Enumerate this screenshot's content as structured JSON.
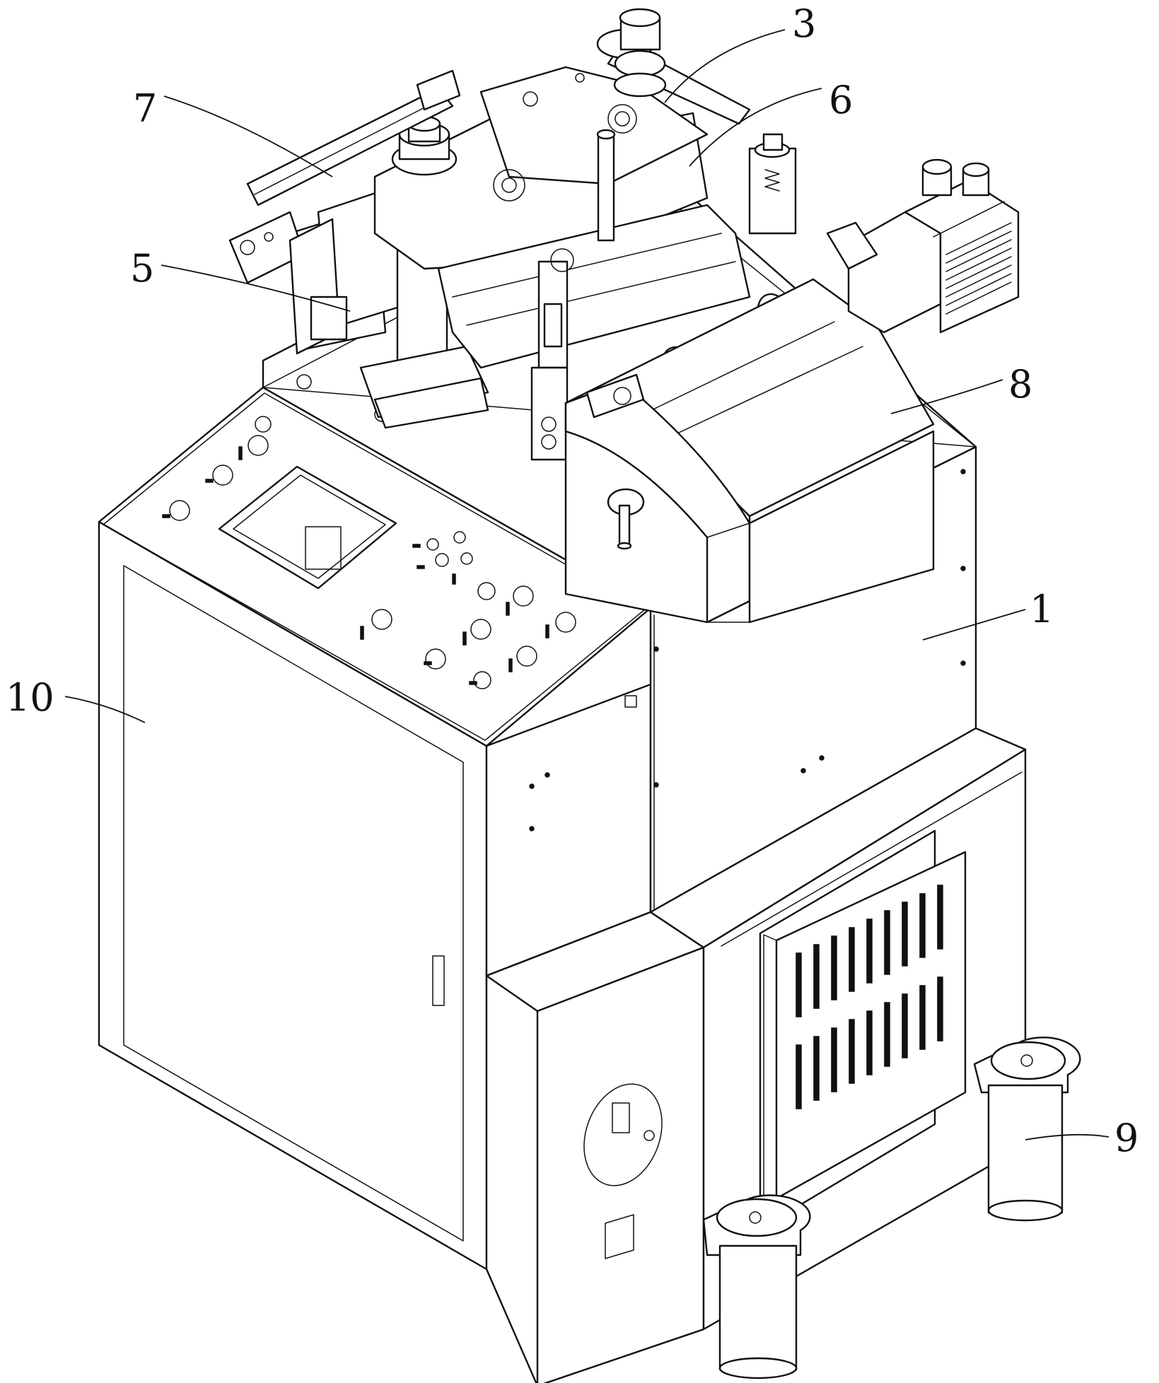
{
  "callouts": [
    {
      "id": "label-3",
      "text": "3"
    },
    {
      "id": "label-6",
      "text": "6"
    },
    {
      "id": "label-7",
      "text": "7"
    },
    {
      "id": "label-5",
      "text": "5"
    },
    {
      "id": "label-8",
      "text": "8"
    },
    {
      "id": "label-1",
      "text": "1"
    },
    {
      "id": "label-10",
      "text": "10"
    },
    {
      "id": "label-9",
      "text": "9"
    }
  ]
}
